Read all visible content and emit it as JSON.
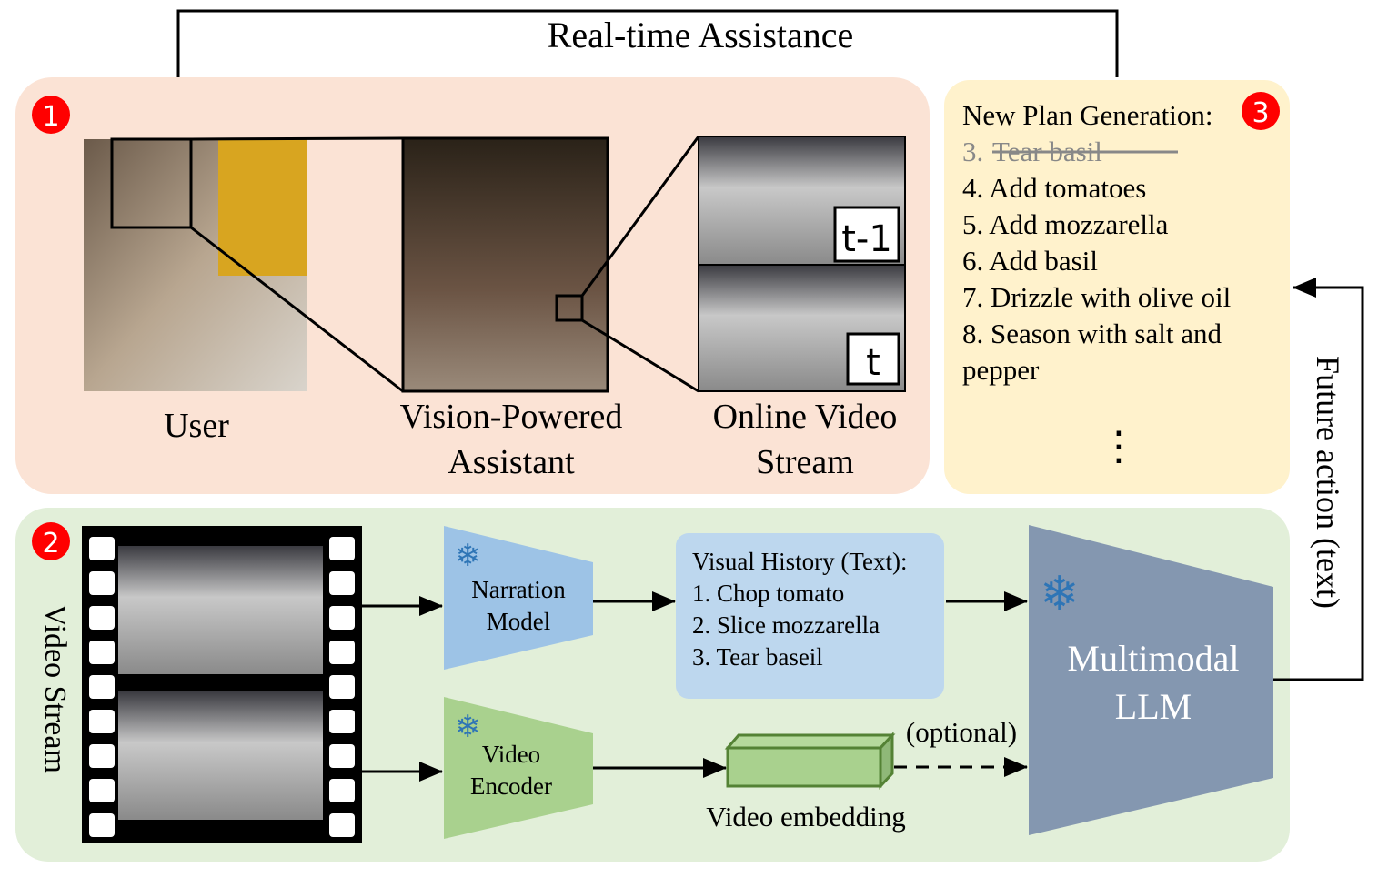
{
  "title": "Real-time Assistance",
  "badges": {
    "one": "1",
    "two": "2",
    "three": "3"
  },
  "panel1": {
    "user_label": "User",
    "assistant_label": [
      "Vision-Powered",
      "Assistant"
    ],
    "stream_label": [
      "Online Video",
      "Stream"
    ],
    "frame_prev": "t-1",
    "frame_curr": "t"
  },
  "panel3": {
    "heading": "New Plan Generation:",
    "struck_item": {
      "num": "3.",
      "text": "Tear basil"
    },
    "items": [
      "4. Add tomatoes",
      "5. Add mozzarella",
      "6. Add basil",
      "7. Drizzle with olive oil",
      "8. Season with salt and",
      "pepper"
    ],
    "ellipsis": "⋮"
  },
  "panel2": {
    "video_stream_label": "Video Stream",
    "narration_model": [
      "Narration",
      "Model"
    ],
    "video_encoder": [
      "Video",
      "Encoder"
    ],
    "visual_history": {
      "heading": "Visual History (Text):",
      "items": [
        "1. Chop tomato",
        "2. Slice mozzarella",
        "3. Tear baseil"
      ]
    },
    "embedding_label": "Video embedding",
    "optional_label": "(optional)",
    "llm": [
      "Multimodal",
      "LLM"
    ],
    "future_action_label": "Future action (text)"
  },
  "colors": {
    "panel1": "#fbe3d5",
    "panel2": "#e2efd9",
    "panel3": "#fff2cc",
    "narration": "#9dc3e6",
    "encoder": "#a9d18e",
    "history": "#bdd7ee",
    "llm": "#8497b0",
    "badge": "#ff0000"
  }
}
